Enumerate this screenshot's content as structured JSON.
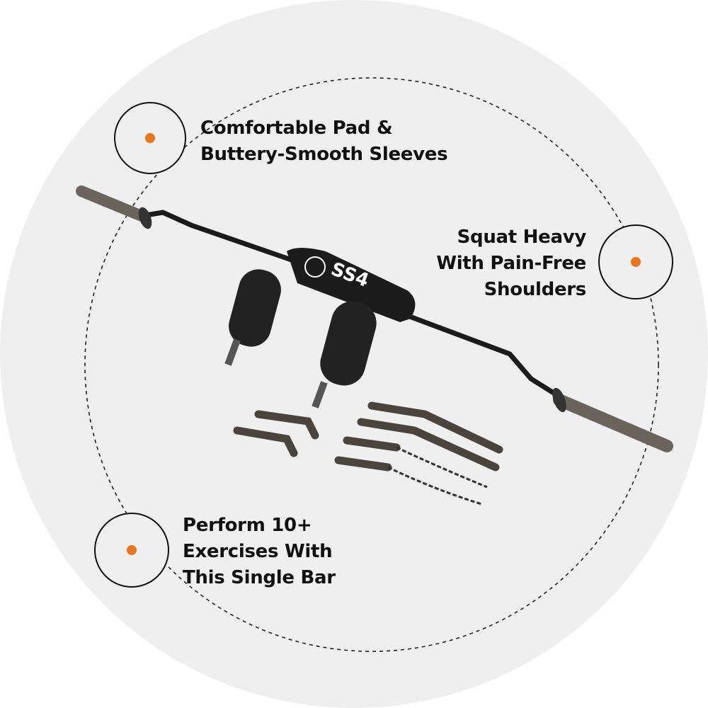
{
  "colors": {
    "accent": "#e8761e",
    "background_circle": "#efefef",
    "text": "#111111"
  },
  "product": {
    "pad_label": "SS4",
    "logo": "brand-seal-logo"
  },
  "callouts": [
    {
      "lines": [
        "Comfortable Pad &",
        "Buttery-Smooth Sleeves"
      ]
    },
    {
      "lines": [
        "Squat Heavy",
        "With Pain-Free",
        "Shoulders"
      ]
    },
    {
      "lines": [
        "Perform 10+",
        "Exercises With",
        "This Single Bar"
      ]
    }
  ]
}
